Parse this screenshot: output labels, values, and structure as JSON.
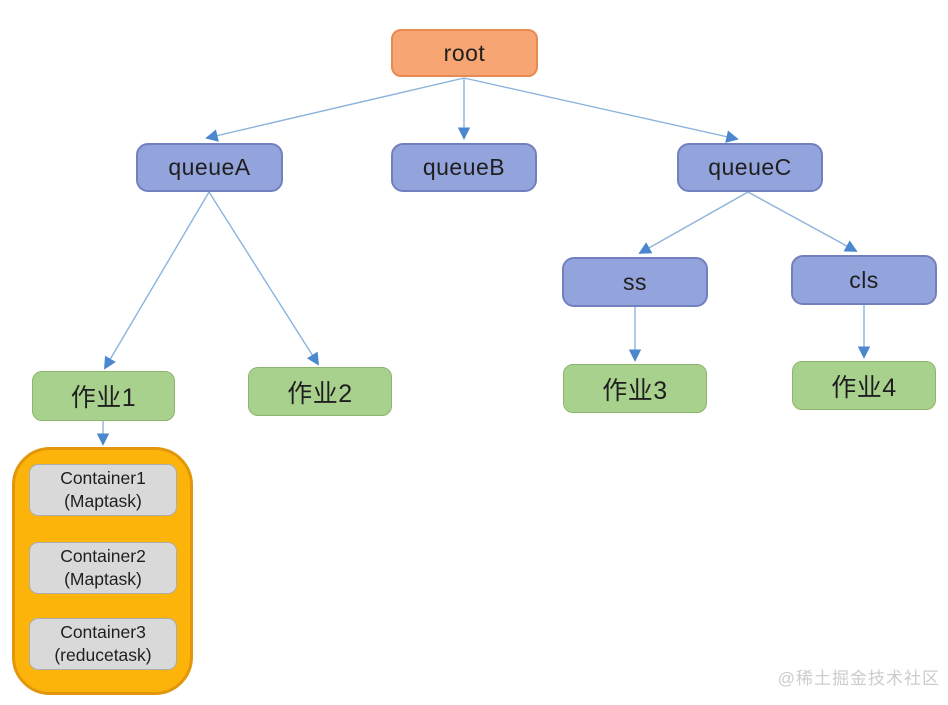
{
  "diagram": {
    "type": "tree",
    "nodes": {
      "root": {
        "label": "root",
        "kind": "root-queue"
      },
      "queueA": {
        "label": "queueA",
        "kind": "queue"
      },
      "queueB": {
        "label": "queueB",
        "kind": "queue"
      },
      "queueC": {
        "label": "queueC",
        "kind": "queue"
      },
      "ss": {
        "label": "ss",
        "kind": "sub-queue"
      },
      "cls": {
        "label": "cls",
        "kind": "sub-queue"
      },
      "job1": {
        "label": "作业1",
        "kind": "job"
      },
      "job2": {
        "label": "作业2",
        "kind": "job"
      },
      "job3": {
        "label": "作业3",
        "kind": "job"
      },
      "job4": {
        "label": "作业4",
        "kind": "job"
      }
    },
    "container_group": {
      "attached_to": "job1",
      "containers": [
        {
          "line1": "Container1",
          "line2": "(Maptask)"
        },
        {
          "line1": "Container2",
          "line2": "(Maptask)"
        },
        {
          "line1": "Container3",
          "line2": "(reducetask)"
        }
      ]
    },
    "edges": [
      {
        "from": "root",
        "to": "queueA"
      },
      {
        "from": "root",
        "to": "queueB"
      },
      {
        "from": "root",
        "to": "queueC"
      },
      {
        "from": "queueA",
        "to": "job1"
      },
      {
        "from": "queueA",
        "to": "job2"
      },
      {
        "from": "queueC",
        "to": "ss"
      },
      {
        "from": "queueC",
        "to": "cls"
      },
      {
        "from": "ss",
        "to": "job3"
      },
      {
        "from": "cls",
        "to": "job4"
      },
      {
        "from": "job1",
        "to": "container_group"
      }
    ],
    "colors": {
      "root_fill": "#F6A573",
      "root_border": "#E78B52",
      "queue_fill": "#93A3DC",
      "queue_border": "#7280C0",
      "job_fill": "#A9D18E",
      "job_border": "#8CB56D",
      "group_fill": "#FCB30A",
      "group_border": "#E2960A",
      "container_fill": "#D9D9D9",
      "container_border": "#ADADAD",
      "edge_line": "#8CB3DB",
      "edge_arrowhead": "#4B87CE",
      "text": "#1F1F1F",
      "watermark": "#CCCCCC"
    }
  },
  "watermark": "@稀土掘金技术社区"
}
